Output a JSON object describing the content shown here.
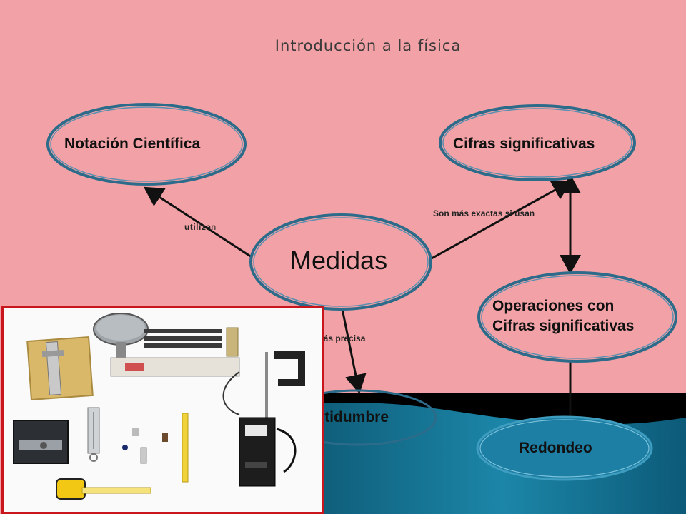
{
  "title": "Introducción a la física",
  "colors": {
    "background": "#f2a2a6",
    "node_fill": "#f2a2a6",
    "node_border": "#2d6b8a",
    "redondeo_fill": "#1e7fa5",
    "band_black": "#000000",
    "band_teal": "#1a7a9a",
    "photo_border": "#c8161c"
  },
  "nodes": {
    "medidas": "Medidas",
    "notacion": "Notación Científica",
    "cifras": "Cifras significativas",
    "operaciones_line1": "Operaciones con",
    "operaciones_line2": "Cifras significativas",
    "incertidumbre": "Incertidumbre",
    "redondeo": "Redondeo"
  },
  "edges": {
    "utilizan_bold": "utiliza",
    "utilizan_rest": "n",
    "son_mas_exactas": "Son  más exactas si usan",
    "es_mas_precisa": "Es más precisa"
  },
  "photo": {
    "description_icon": "lab-measuring-instruments-photo"
  }
}
